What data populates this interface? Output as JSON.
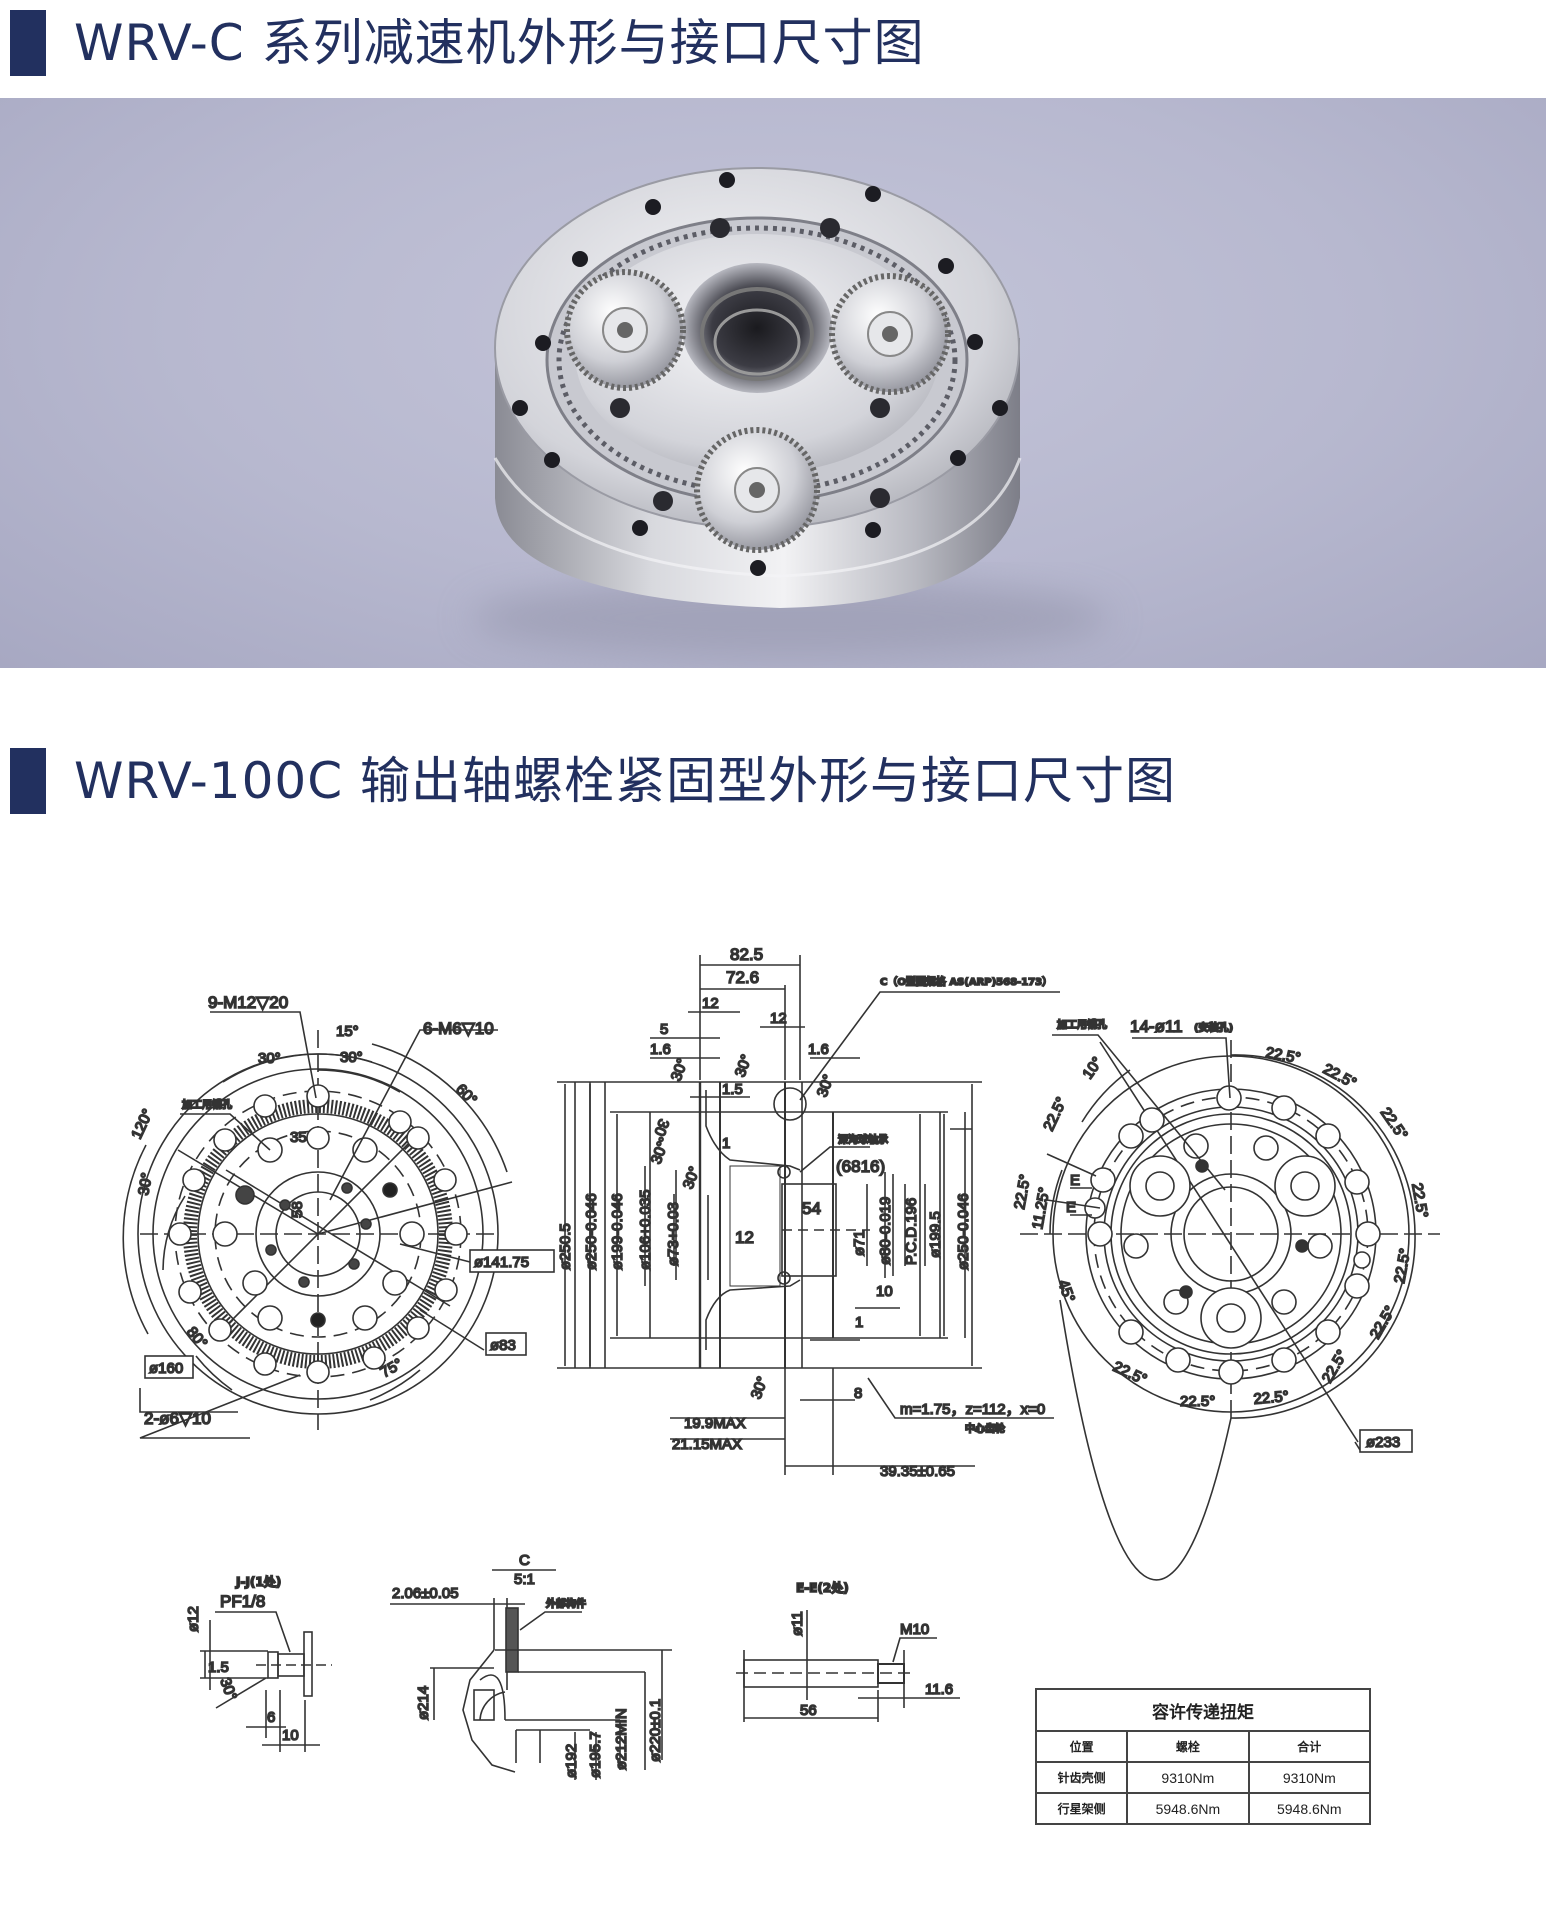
{
  "section1": {
    "title": "WRV-C 系列减速机外形与接口尺寸图",
    "accent_color": "#22305f"
  },
  "product_image": {
    "alt": "WRV-C 系列减速机 3D 渲染图",
    "background_color": "#bcbdd3"
  },
  "section2": {
    "title": "WRV-100C 输出轴螺栓紧固型外形与接口尺寸图"
  },
  "front_view": {
    "callouts": {
      "m12": "9-M12▽20",
      "m6": "6-M6▽10",
      "process_hole": "加工用销孔",
      "pin_hole": "2-ø6▽10"
    },
    "angles": {
      "a15": "15°",
      "a30_left": "30°",
      "a30_right": "30°",
      "a60": "60°",
      "a120": "120°",
      "a30_side": "30°",
      "a80": "80°",
      "a75": "75°"
    },
    "dims": {
      "d35": "35",
      "d58": "58",
      "d141": "ø141.75",
      "d83": "ø83",
      "d160": "ø160"
    }
  },
  "section_view": {
    "top_dims": {
      "d82_5": "82.5",
      "d72_6": "72.6",
      "d12a": "12",
      "d12b": "12",
      "d5": "5",
      "d1_6a": "1.6",
      "d1_6b": "1.6",
      "d1_5": "1.5",
      "d1a": "1",
      "d30a": "30°",
      "d30b": "30°",
      "d30c": "30°",
      "d30d": "30°",
      "d30e": "30°",
      "d30f": "30°",
      "d30g": "30°"
    },
    "oring_note": "C（O型圈规格 AS(ARP)568-173）",
    "bearing_note": "深沟球轴承",
    "bearing_model": "(6816)",
    "vertical_dims": {
      "v250_5": "ø250.5",
      "v250": "ø250-0.046",
      "v199": "ø199-0.046",
      "v106": "ø106+0.035",
      "v73": "ø73+0.03",
      "v71": "ø71",
      "v80": "ø80-0.019",
      "pcd": "P.C.D.196",
      "v199_5": "ø199.5",
      "v250r": "ø250-0.046"
    },
    "inner_dims": {
      "d54": "54",
      "d12c": "12",
      "d10": "10",
      "d1b": "1",
      "d8": "8"
    },
    "gear_spec": "m=1.75，z=112，x=0",
    "gear_note": "中心齿轮",
    "bottom_dims": {
      "d19_9": "19.9MAX",
      "d21_15": "21.15MAX",
      "d39_35": "39.35±0.65"
    }
  },
  "rear_view": {
    "process_hole": "加工用销孔",
    "mount_holes": "14-ø11",
    "mount_note": "(安装孔)",
    "angles": [
      "22.5°",
      "22.5°",
      "22.5°",
      "22.5°",
      "22.5°",
      "22.5°",
      "22.5°",
      "22.5°",
      "22.5°",
      "22.5°",
      "22.5°",
      "22.5°"
    ],
    "a10": "10°",
    "a11_25": "11.25°",
    "a45": "45°",
    "label_e1": "E",
    "label_e2": "E",
    "d233": "ø233"
  },
  "detail_jj": {
    "title": "J-J(1处)",
    "thread": "PF1/8",
    "d12": "ø12",
    "d1_5": "1.5",
    "a30": "30°",
    "d6": "6",
    "d10": "10"
  },
  "detail_c": {
    "title": "C",
    "scale": "5:1",
    "d2_06": "2.06±0.05",
    "external_part": "外部构件",
    "d214": "ø214",
    "d192": "ø192",
    "d195_7": "ø195.7",
    "d212": "ø212MIN",
    "d220": "ø220±0.1"
  },
  "detail_ee": {
    "title": "E-E(2处)",
    "d11": "ø11",
    "thread": "M10",
    "d56": "56",
    "d11_6": "11.6"
  },
  "torque_table": {
    "caption": "容许传递扭矩",
    "headers": [
      "位置",
      "螺栓",
      "合计"
    ],
    "rows": [
      {
        "position": "针齿壳侧",
        "bolt": "9310Nm",
        "total": "9310Nm"
      },
      {
        "position": "行星架侧",
        "bolt": "5948.6Nm",
        "total": "5948.6Nm"
      }
    ]
  }
}
